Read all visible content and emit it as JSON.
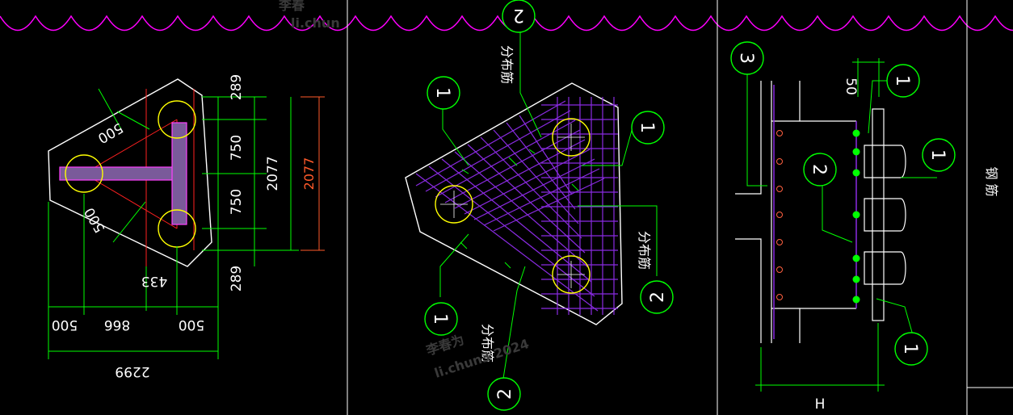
{
  "colors": {
    "background": "#000000",
    "outline": "#ffffff",
    "dimension": "#00ff00",
    "rebar": "#8a2be2",
    "pile": "#ffff00",
    "red_line": "#ff2020",
    "cloud": "#ff00ff"
  },
  "panel1": {
    "dims_right": [
      "289",
      "750",
      "750",
      "289"
    ],
    "dim_total": "2077",
    "dim_total_red": "2077",
    "dims_bottom": [
      "500",
      "866",
      "500"
    ],
    "dim_bottom_total": "2299",
    "dim_433": "433",
    "dim_diag_top": "500",
    "dim_diag_bottom": "500"
  },
  "panel2": {
    "bubbles": [
      "2",
      "1",
      "1",
      "1",
      "2",
      "2"
    ],
    "label_top": "分布筋",
    "label_right": "分布筋",
    "label_bottom": "分布筋"
  },
  "panel3": {
    "bubbles": [
      "3",
      "1",
      "1",
      "2",
      "1"
    ],
    "dim_top": "50",
    "dim_bottom": "H"
  },
  "panel4": {
    "label": "钢 筋"
  },
  "watermark": {
    "lines": [
      "李春",
      "li.chun",
      "李春为",
      "li.chun3 2024"
    ]
  }
}
